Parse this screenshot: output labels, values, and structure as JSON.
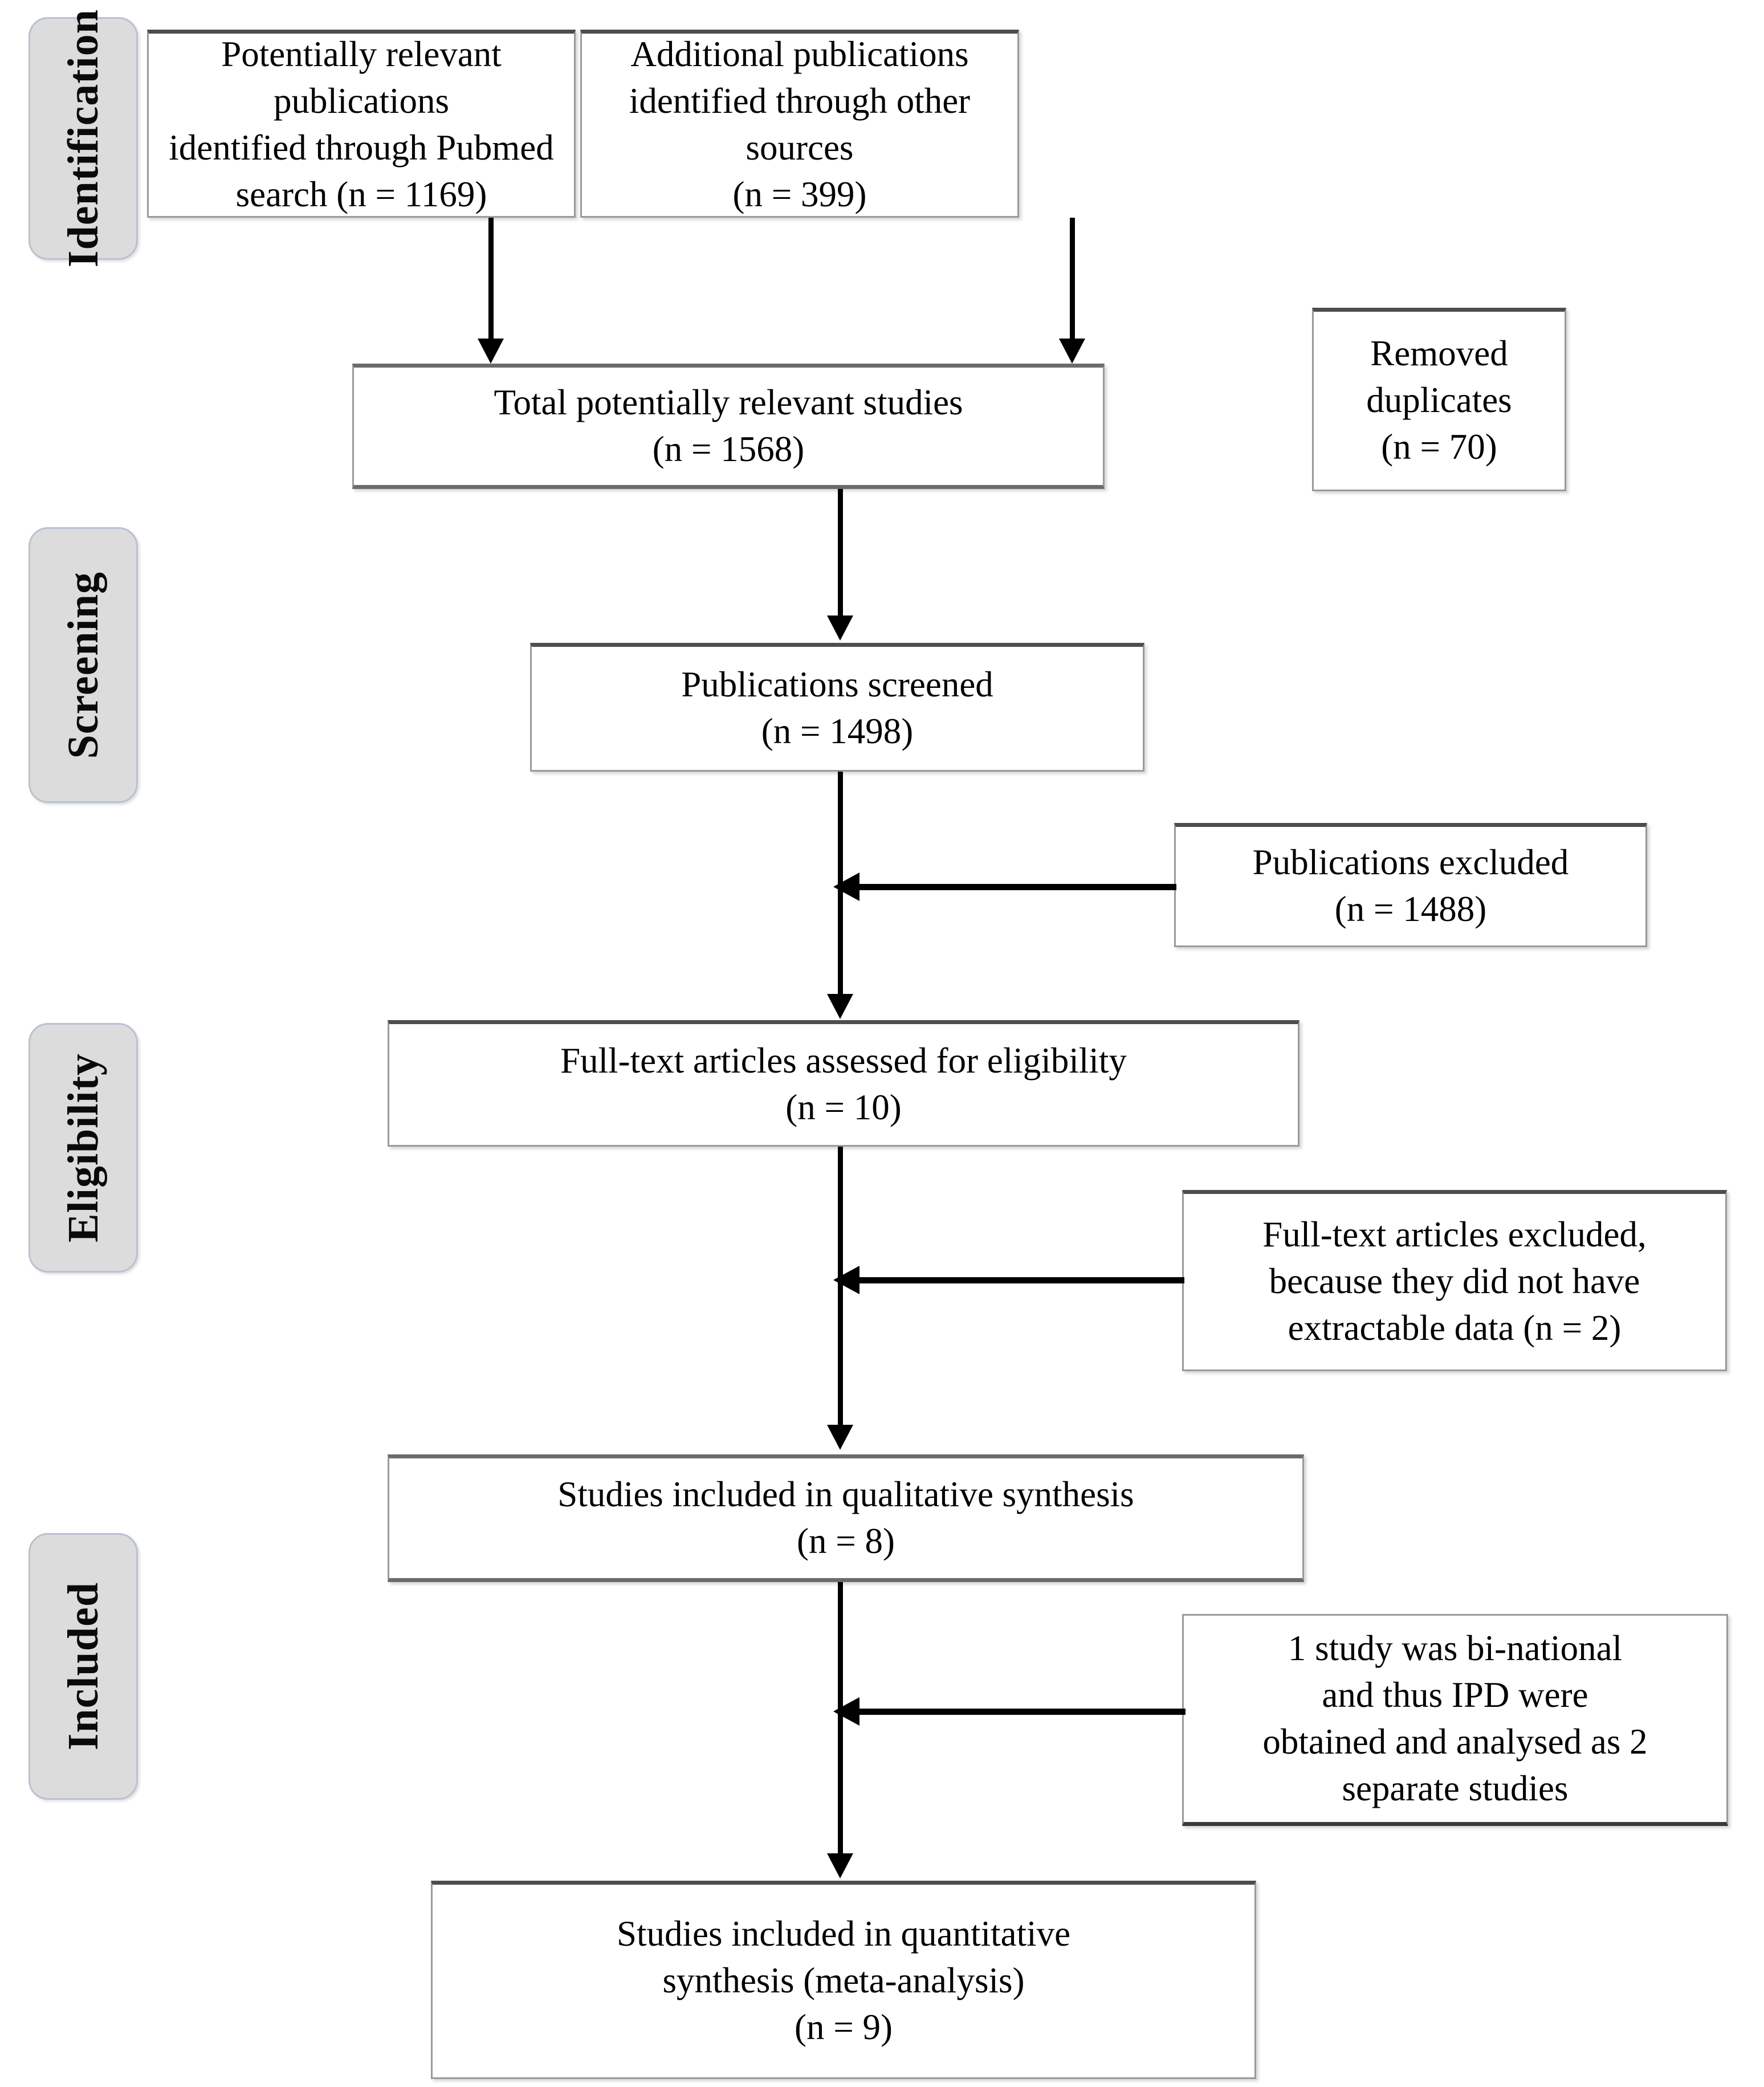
{
  "diagram": {
    "title": "PRISMA study selection flow diagram",
    "type": "prisma-flow"
  },
  "stages": [
    {
      "id": "identification",
      "label": "Identification"
    },
    {
      "id": "screening",
      "label": "Screening"
    },
    {
      "id": "eligibility",
      "label": "Eligibility"
    },
    {
      "id": "included",
      "label": "Included"
    }
  ],
  "nodes": {
    "pubmed_search": {
      "line1": "Potentially relevant publications",
      "line2": "identified through Pubmed",
      "line3": "search (n = 1169)"
    },
    "other_sources": {
      "line1": "Additional publications",
      "line2": "identified through other sources",
      "line3": "(n = 399)"
    },
    "total_relevant": {
      "line1": "Total potentially relevant studies",
      "line2": "(n = 1568)"
    },
    "removed_duplicates": {
      "line1": "Removed",
      "line2": "duplicates",
      "line3": "(n = 70)"
    },
    "publications_screened": {
      "line1": "Publications screened",
      "line2": "(n = 1498)"
    },
    "publications_excluded": {
      "line1": "Publications excluded",
      "line2": "(n = 1488)"
    },
    "fulltext_assessed": {
      "line1": "Full-text articles assessed for eligibility",
      "line2": "(n = 10)"
    },
    "fulltext_excluded": {
      "line1": "Full-text articles excluded,",
      "line2": "because they did not have",
      "line3": "extractable data (n = 2)"
    },
    "qualitative_synthesis": {
      "line1": "Studies included in qualitative synthesis",
      "line2": "(n = 8)"
    },
    "binational_note": {
      "line1": "1 study was bi-national",
      "line2": "and thus IPD were",
      "line3": "obtained and analysed as 2",
      "line4": "separate studies"
    },
    "quantitative_synthesis": {
      "line1": "Studies included in quantitative",
      "line2": "synthesis (meta-analysis)",
      "line3": "(n = 9)"
    }
  },
  "counts": {
    "pubmed_search": 1169,
    "other_sources": 399,
    "total_relevant": 1568,
    "removed_duplicates": 70,
    "publications_screened": 1498,
    "publications_excluded": 1488,
    "fulltext_assessed": 10,
    "fulltext_excluded": 2,
    "qualitative_synthesis": 8,
    "quantitative_synthesis": 9
  },
  "colors": {
    "stage_fill": "#dcdcdc",
    "stage_border": "#b9c2d0",
    "node_fill": "#ffffff",
    "node_border": "#9a9a9a",
    "connector": "#000000",
    "text": "#000000"
  }
}
